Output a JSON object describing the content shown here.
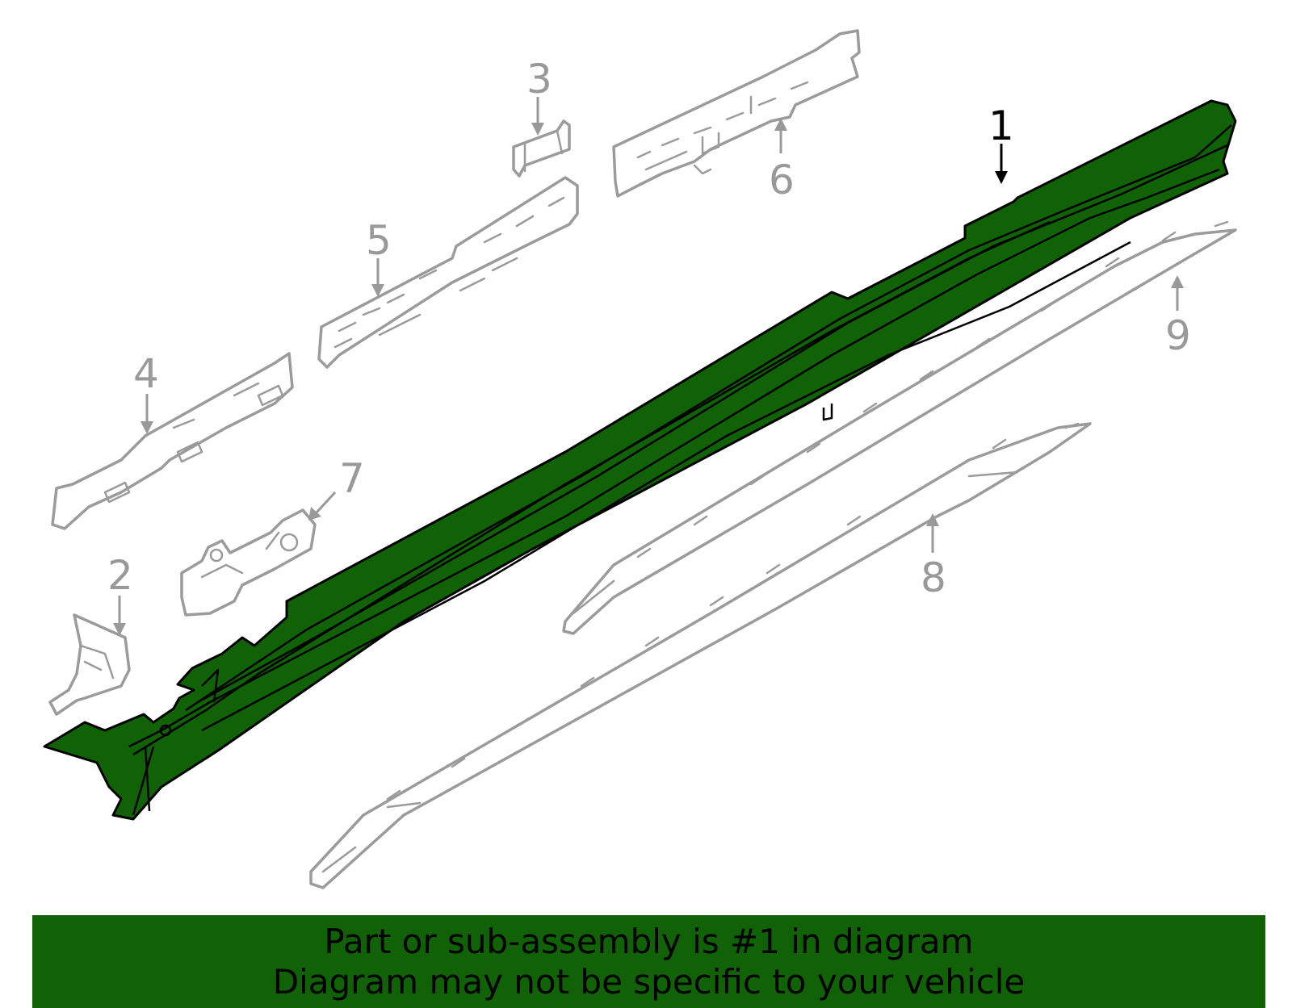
{
  "callouts": {
    "c1": "1",
    "c2": "2",
    "c3": "3",
    "c4": "4",
    "c5": "5",
    "c6": "6",
    "c7": "7",
    "c8": "8",
    "c9": "9"
  },
  "banner": {
    "line1": "Part or sub-assembly is #1 in diagram",
    "line2": "Diagram may not be specific to your vehicle"
  },
  "colors": {
    "highlight": "#116106",
    "outline": "#9b9b9b",
    "callout": "#999999",
    "main_callout": "#000000"
  }
}
